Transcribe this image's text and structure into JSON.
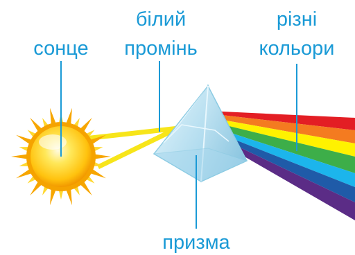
{
  "labels": {
    "sun": "сонце",
    "white_ray_line1": "білий",
    "white_ray_line2": "промінь",
    "colors_line1": "різні",
    "colors_line2": "кольори",
    "prism": "призма"
  },
  "colors": {
    "label_text": "#1a9ad6",
    "leader_line": "#1a9ad6",
    "white_ray": "#f7e51a",
    "sun_outer": "#f7a600",
    "sun_inner": "#ffd830",
    "prism_face": "#bfe6f5",
    "spectrum": [
      "#e31e24",
      "#f47b20",
      "#fff200",
      "#3dae49",
      "#1cb5ec",
      "#1f5ba8",
      "#5b2c86"
    ]
  },
  "icons": [
    "sun-icon",
    "prism-icon"
  ]
}
